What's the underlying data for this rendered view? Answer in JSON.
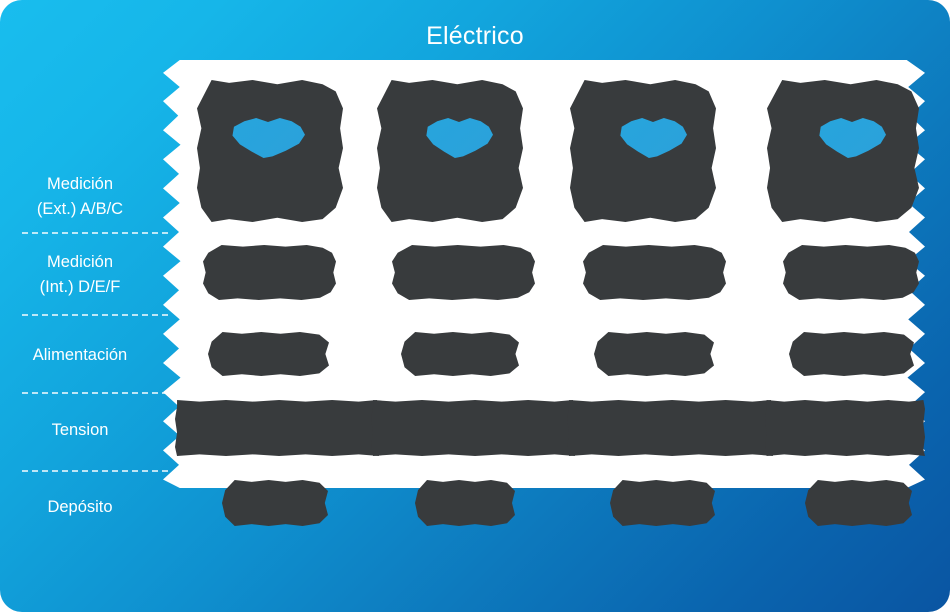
{
  "diagram": {
    "title": "Eléctrico",
    "colors": {
      "background_start": "#19bdee",
      "background_end": "#0a55a2",
      "panel": "#ffffff",
      "redaction": "#383b3d",
      "label_text": "#ffffff",
      "divider": "#ffffff"
    },
    "rows": [
      {
        "label_line1": "Medición",
        "label_line2": "(Ext.) A/B/C",
        "name": "medicion-ext"
      },
      {
        "label_line1": "Medición",
        "label_line2": "(Int.) D/E/F",
        "name": "medicion-int"
      },
      {
        "label_line1": "Alimentación",
        "label_line2": "",
        "name": "alimentacion"
      },
      {
        "label_line1": "Tension",
        "label_line2": "",
        "name": "tension"
      },
      {
        "label_line1": "Depósito",
        "label_line2": "",
        "name": "deposito"
      }
    ],
    "columns": 4,
    "redacted_note": ""
  }
}
